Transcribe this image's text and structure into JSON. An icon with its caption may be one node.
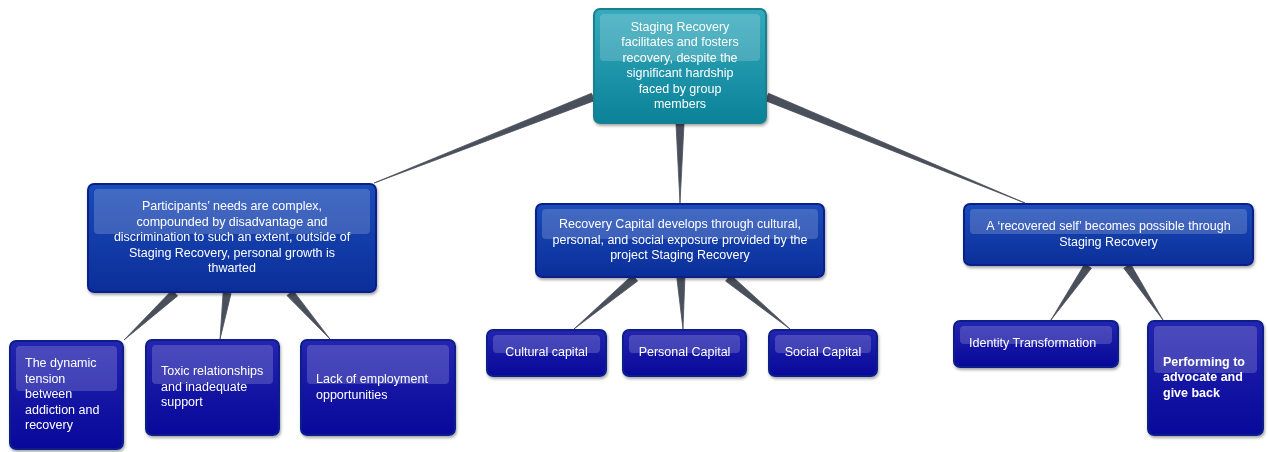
{
  "diagram": {
    "nodes": [
      {
        "text": [
          "Staging Recovery facilitates and fosters recovery, despite the significant hardship faced by group members"
        ]
      },
      {
        "text": [
          "Participants’ needs are complex, compounded by disadvantage and discrimination to such an extent, outside of Staging Recovery, personal growth is thwarted"
        ]
      },
      {
        "text": [
          "Recovery Capital develops through cultural, personal, and social exposure provided by the project Staging Recovery"
        ]
      },
      {
        "text": [
          "A ‘recovered self’ becomes possible through Staging Recovery"
        ]
      },
      {
        "text": [
          "The dynamic tension between addiction and recovery"
        ]
      },
      {
        "text": [
          "Toxic relationships and inadequate support"
        ]
      },
      {
        "text": [
          "Lack of employment opportunities"
        ]
      },
      {
        "text": [
          "Cultural capital"
        ]
      },
      {
        "text": [
          "Personal Capital"
        ]
      },
      {
        "text": [
          "Social Capital"
        ]
      },
      {
        "text": [
          "Identity Transformation"
        ]
      },
      {
        "text": [
          "Performing to advocate and give back"
        ]
      }
    ],
    "edges": [
      {
        "from": 0,
        "to": 1,
        "arrow": "none"
      },
      {
        "from": 0,
        "to": 2,
        "arrow": "none"
      },
      {
        "from": 0,
        "to": 3,
        "arrow": "none"
      },
      {
        "from": 1,
        "to": 4,
        "arrow": "none"
      },
      {
        "from": 1,
        "to": 5,
        "arrow": "none"
      },
      {
        "from": 1,
        "to": 6,
        "arrow": "none"
      },
      {
        "from": 2,
        "to": 7,
        "arrow": "none"
      },
      {
        "from": 2,
        "to": 8,
        "arrow": "none"
      },
      {
        "from": 2,
        "to": 9,
        "arrow": "none"
      },
      {
        "from": 3,
        "to": 10,
        "arrow": "none"
      },
      {
        "from": 3,
        "to": 11,
        "arrow": "none"
      }
    ]
  }
}
